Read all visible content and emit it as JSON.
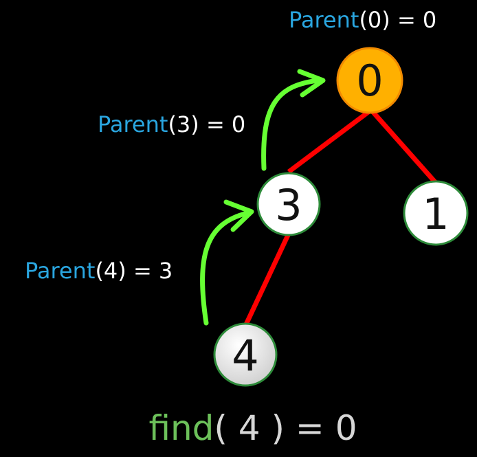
{
  "colors": {
    "background": "#000000",
    "edge": "#ff0000",
    "arrow": "#66ff33",
    "root_fill": "#ffb000",
    "root_stroke": "#f28a00",
    "node_fill": "#ffffff",
    "node_stroke": "#2e8b3a",
    "annotation_fn": "#2aa6e0",
    "annotation_text": "#ffffff",
    "find_fn": "#6cc05a",
    "find_text": "#d7d7d7"
  },
  "nodes": [
    {
      "id": "0",
      "label": "0",
      "highlight": "root"
    },
    {
      "id": "3",
      "label": "3",
      "highlight": "none"
    },
    {
      "id": "1",
      "label": "1",
      "highlight": "none"
    },
    {
      "id": "4",
      "label": "4",
      "highlight": "grey"
    }
  ],
  "edges": [
    {
      "from": "0",
      "to": "3"
    },
    {
      "from": "0",
      "to": "1"
    },
    {
      "from": "3",
      "to": "4"
    }
  ],
  "annotations": {
    "parent0": {
      "fn": "Parent",
      "rest": "(0) = 0"
    },
    "parent3": {
      "fn": "Parent",
      "rest": "(3) = 0"
    },
    "parent4": {
      "fn": "Parent",
      "rest": "(4) = 3"
    }
  },
  "find": {
    "fn": "find",
    "rest": "( 4 ) = 0"
  }
}
